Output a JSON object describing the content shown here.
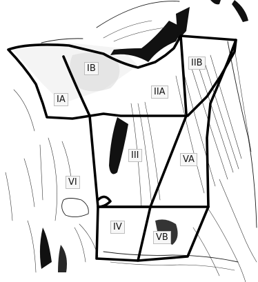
{
  "diagram": {
    "levels": [
      {
        "id": "IA",
        "label": "IA"
      },
      {
        "id": "IB",
        "label": "IB"
      },
      {
        "id": "IIA",
        "label": "IIA"
      },
      {
        "id": "IIB",
        "label": "IIB"
      },
      {
        "id": "III",
        "label": "III"
      },
      {
        "id": "IV",
        "label": "IV"
      },
      {
        "id": "VA",
        "label": "VA"
      },
      {
        "id": "VB",
        "label": "VB"
      },
      {
        "id": "VI",
        "label": "VI"
      }
    ]
  }
}
